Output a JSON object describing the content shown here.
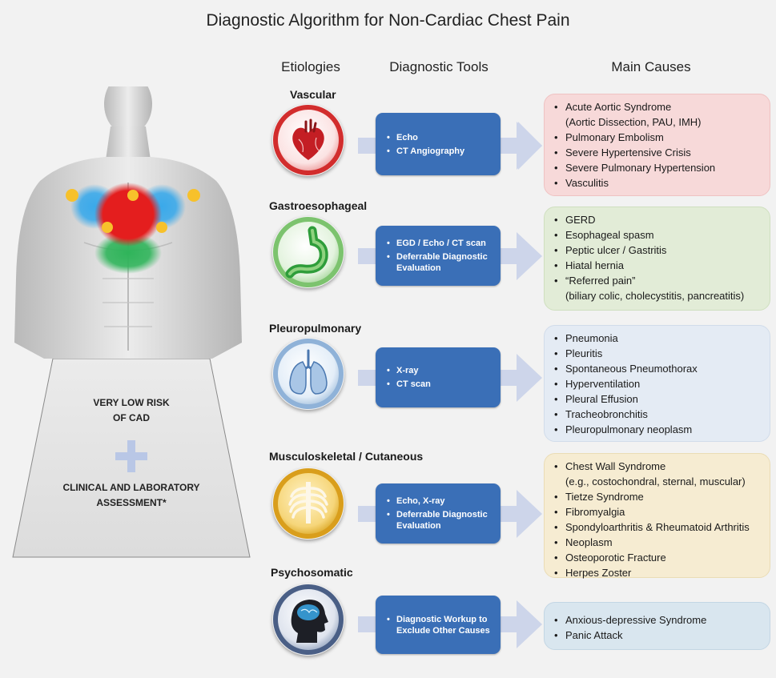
{
  "title": "Diagnostic Algorithm for Non-Cardiac Chest Pain",
  "headers": {
    "etiologies": "Etiologies",
    "tools": "Diagnostic Tools",
    "causes": "Main Causes"
  },
  "risk": {
    "line1": "VERY LOW RISK",
    "line2": "OF CAD",
    "line3": "CLINICAL AND LABORATORY",
    "line4": "ASSESSMENT*"
  },
  "rows": [
    {
      "name": "Vascular",
      "icon": "heart-icon",
      "tools": [
        "Echo",
        "CT Angiography"
      ],
      "causes": [
        "Acute Aortic Syndrome",
        "(Aortic Dissection, PAU, IMH)",
        "Pulmonary Embolism",
        "Severe Hypertensive Crisis",
        "Severe Pulmonary Hypertension",
        "Vasculitis"
      ],
      "color": "#f7d9d9"
    },
    {
      "name": "Gastroesophageal",
      "icon": "stomach-icon",
      "tools": [
        "EGD / Echo / CT scan",
        "Deferrable Diagnostic Evaluation"
      ],
      "causes": [
        "GERD",
        "Esophageal spasm",
        "Peptic ulcer / Gastritis",
        "Hiatal hernia",
        "“Referred pain”",
        "(biliary colic, cholecystitis, pancreatitis)"
      ],
      "color": "#e2ecd7"
    },
    {
      "name": "Pleuropulmonary",
      "icon": "lungs-icon",
      "tools": [
        "X-ray",
        "CT scan"
      ],
      "causes": [
        "Pneumonia",
        "Pleuritis",
        "Spontaneous Pneumothorax",
        "Hyperventilation",
        "Pleural Effusion",
        "Tracheobronchitis",
        "Pleuropulmonary neoplasm"
      ],
      "color": "#e4ebf4"
    },
    {
      "name": "Musculoskeletal / Cutaneous",
      "icon": "ribcage-icon",
      "tools": [
        "Echo, X-ray",
        "Deferrable Diagnostic Evaluation"
      ],
      "causes": [
        "Chest Wall Syndrome",
        "(e.g., costochondral, sternal, muscular)",
        "Tietze Syndrome",
        "Fibromyalgia",
        "Spondyloarthritis & Rheumatoid Arthritis",
        "Neoplasm",
        "Osteoporotic Fracture",
        "Herpes Zoster"
      ],
      "color": "#f6ecd2"
    },
    {
      "name": "Psychosomatic",
      "icon": "brain-head-icon",
      "tools": [
        "Diagnostic Workup to Exclude Other Causes"
      ],
      "causes": [
        "Anxious-depressive Syndrome",
        "Panic Attack"
      ],
      "color": "#d9e6ef"
    }
  ],
  "colors": {
    "tool_box": "#3a6fb7",
    "arrow": "#cdd5ea",
    "plus": "#b9c7e6"
  }
}
